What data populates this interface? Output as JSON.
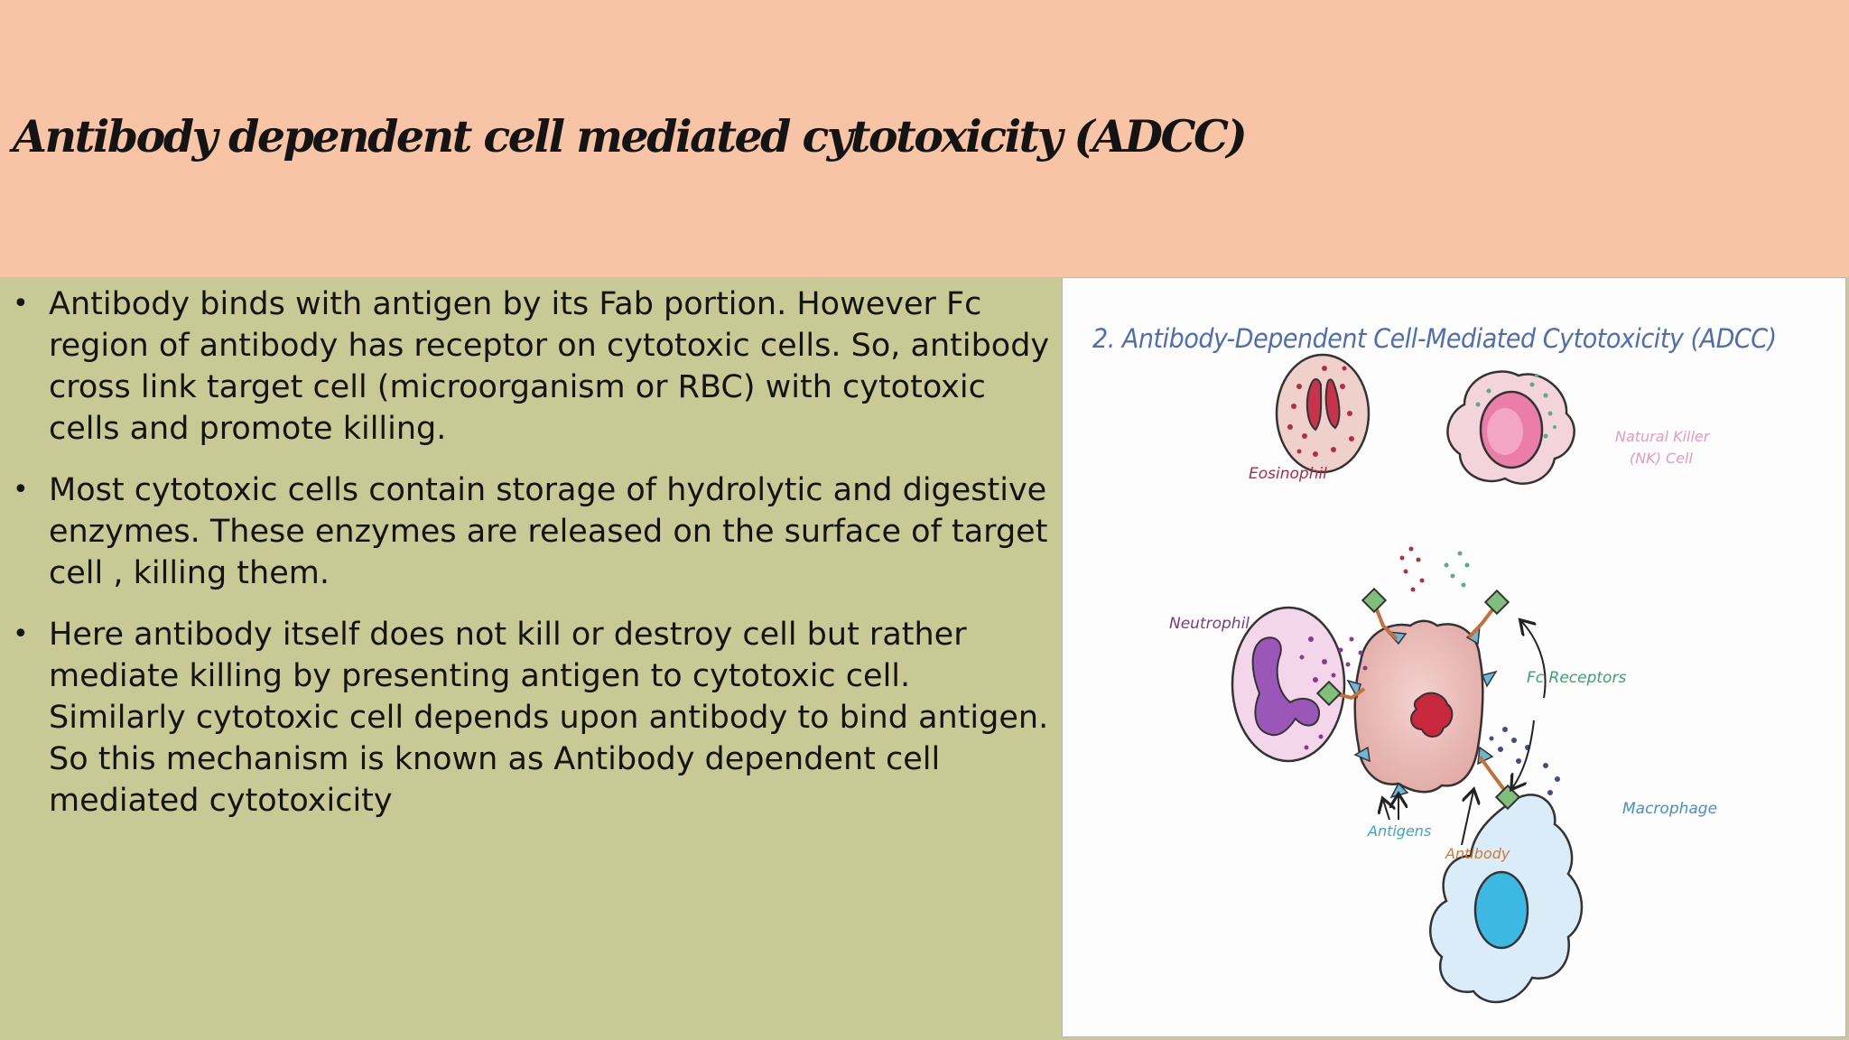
{
  "slide": {
    "title": "Antibody dependent cell mediated cytotoxicity (ADCC)",
    "bullets": [
      "Antibody binds with antigen by its Fab portion. However Fc region of antibody has receptor on cytotoxic cells. So, antibody cross link target cell (microorganism or RBC) with cytotoxic cells and promote killing.",
      "Most cytotoxic cells contain storage of hydrolytic and digestive enzymes. These enzymes are released on the surface of target cell , killing them.",
      "Here antibody itself does not kill or destroy cell but rather mediate killing by presenting antigen to cytotoxic cell. Similarly cytotoxic cell depends upon antibody to bind antigen. So this mechanism is known as Antibody dependent cell mediated cytotoxicity"
    ],
    "bullet_symbol": "•",
    "colors": {
      "header_bg": "#f7c5a6",
      "body_bg": "#c8c995",
      "figure_title": "#4f6db1"
    }
  },
  "figure": {
    "title": "2. Antibody-Dependent Cell-Mediated Cytotoxicity (ADCC)",
    "labels": {
      "eosinophil": "Eosinophil",
      "nk_line1": "Natural Killer",
      "nk_line2": "(NK) Cell",
      "neutrophil": "Neutrophil",
      "fc_receptors": "Fc Receptors",
      "macrophage": "Macrophage",
      "antigens": "Antigens",
      "antibody": "Antibody"
    }
  }
}
